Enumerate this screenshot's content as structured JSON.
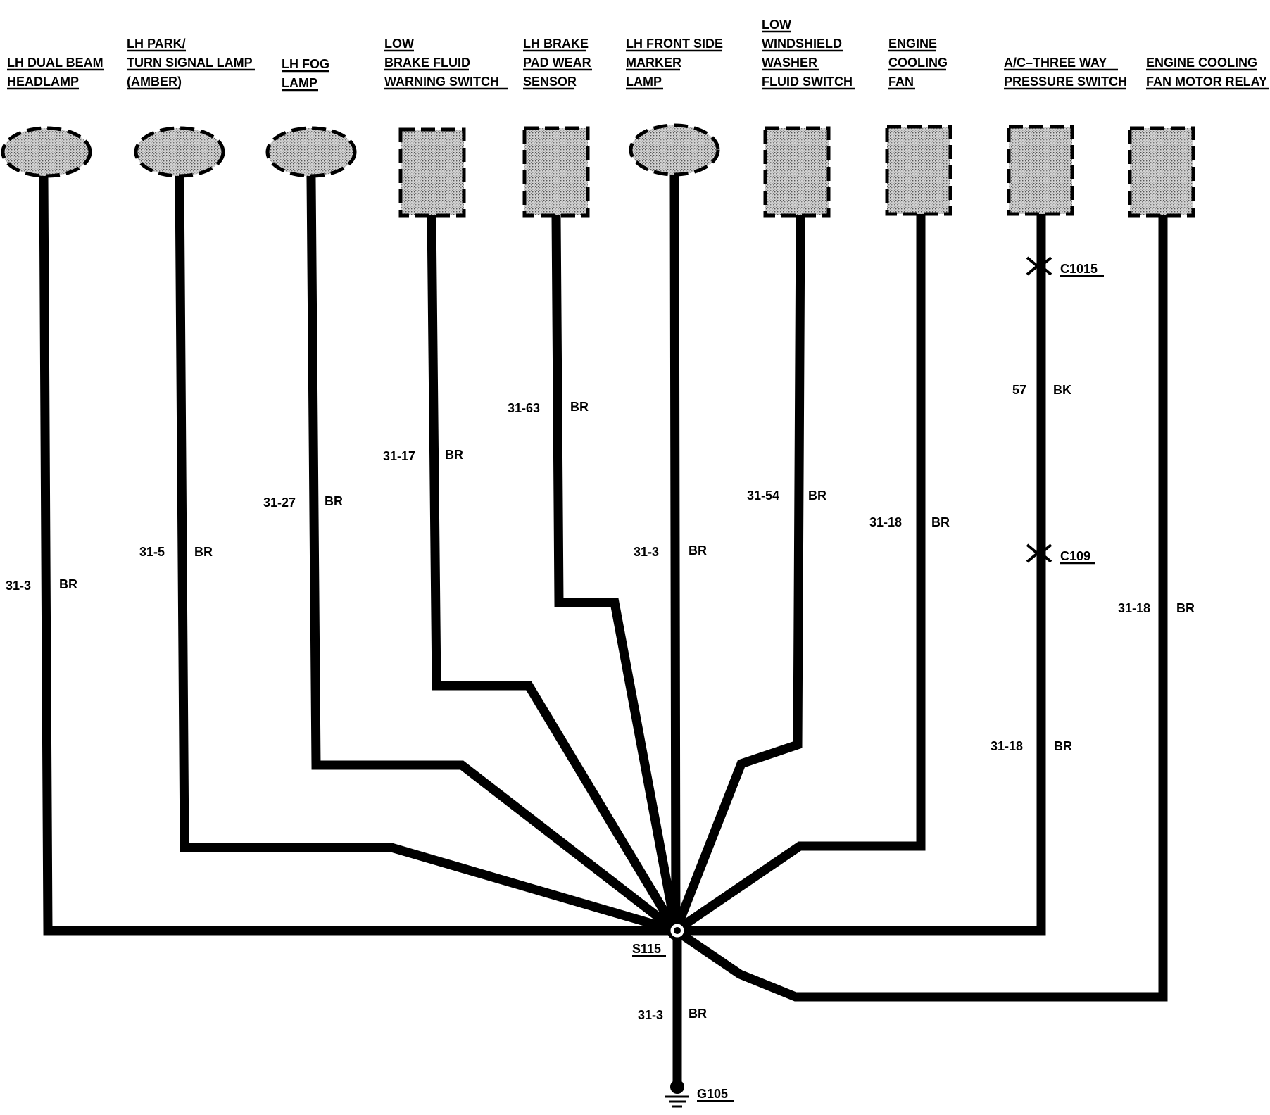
{
  "components": [
    {
      "id": "lh-dual-beam-headlamp",
      "lines": [
        "LH DUAL BEAM",
        "HEADLAMP"
      ],
      "shape": "oval"
    },
    {
      "id": "lh-park-turn-signal-lamp",
      "lines": [
        "LH PARK/",
        "TURN SIGNAL LAMP",
        "(AMBER)"
      ],
      "shape": "oval"
    },
    {
      "id": "lh-fog-lamp",
      "lines": [
        "LH FOG",
        "LAMP"
      ],
      "shape": "oval"
    },
    {
      "id": "low-brake-fluid-warning-switch",
      "lines": [
        "LOW",
        "BRAKE FLUID",
        "WARNING SWITCH"
      ],
      "shape": "rect"
    },
    {
      "id": "lh-brake-pad-wear-sensor",
      "lines": [
        "LH BRAKE",
        "PAD WEAR",
        "SENSOR"
      ],
      "shape": "rect"
    },
    {
      "id": "lh-front-side-marker-lamp",
      "lines": [
        "LH FRONT SIDE",
        "MARKER",
        "LAMP"
      ],
      "shape": "oval"
    },
    {
      "id": "low-windshield-washer-fluid-switch",
      "lines": [
        "LOW",
        "WINDSHIELD",
        "WASHER",
        "FLUID SWITCH"
      ],
      "shape": "rect"
    },
    {
      "id": "engine-cooling-fan",
      "lines": [
        "ENGINE",
        "COOLING",
        "FAN"
      ],
      "shape": "rect"
    },
    {
      "id": "ac-three-way-pressure-switch",
      "lines": [
        "A/C–THREE WAY",
        "PRESSURE SWITCH"
      ],
      "shape": "rect"
    },
    {
      "id": "engine-cooling-fan-motor-relay",
      "lines": [
        "ENGINE COOLING",
        "FAN MOTOR RELAY"
      ],
      "shape": "rect"
    }
  ],
  "wires": [
    {
      "circuit": "31-3",
      "color": "BR"
    },
    {
      "circuit": "31-5",
      "color": "BR"
    },
    {
      "circuit": "31-27",
      "color": "BR"
    },
    {
      "circuit": "31-17",
      "color": "BR"
    },
    {
      "circuit": "31-63",
      "color": "BR"
    },
    {
      "circuit": "31-3",
      "color": "BR"
    },
    {
      "circuit": "31-54",
      "color": "BR"
    },
    {
      "circuit": "31-18",
      "color": "BR"
    },
    {
      "circuit": "57",
      "color": "BK"
    },
    {
      "circuit": "31-18",
      "color": "BR"
    },
    {
      "circuit": "31-18",
      "color": "BR"
    }
  ],
  "connectors": [
    {
      "name": "C1015"
    },
    {
      "name": "C109"
    }
  ],
  "splice": {
    "name": "S115"
  },
  "ground_wire": {
    "circuit": "31-3",
    "color": "BR"
  },
  "ground": {
    "name": "G105"
  }
}
